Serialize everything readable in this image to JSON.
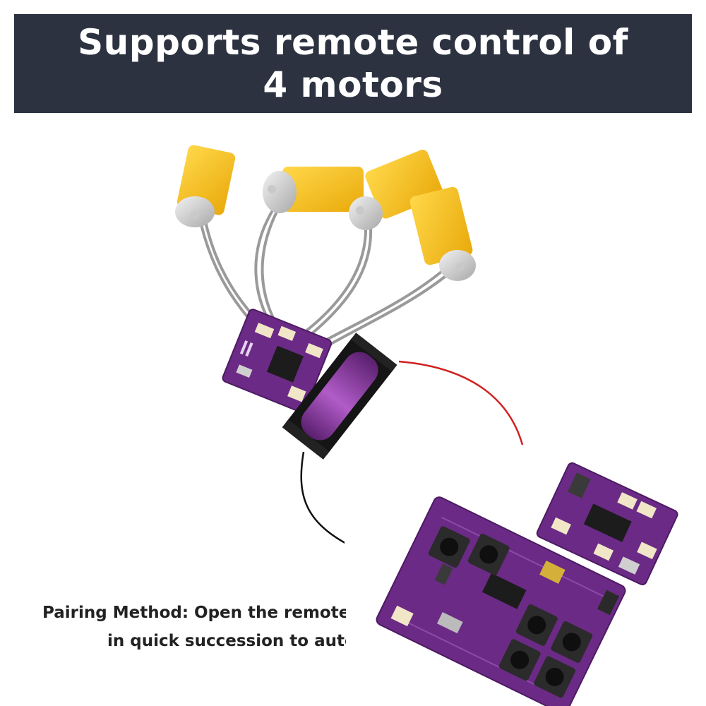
{
  "banner": {
    "title_line1": "Supports remote control of",
    "title_line2": "4 motors"
  },
  "caption": {
    "line1": "Pairing Method: Open the remote",
    "line2": "in quick succession to auto"
  },
  "colors": {
    "banner_bg": "#2c3240",
    "motor_yellow": "#f6c21b",
    "pcb_purple": "#6b2a86",
    "battery_purple": "#8b3aa0"
  }
}
